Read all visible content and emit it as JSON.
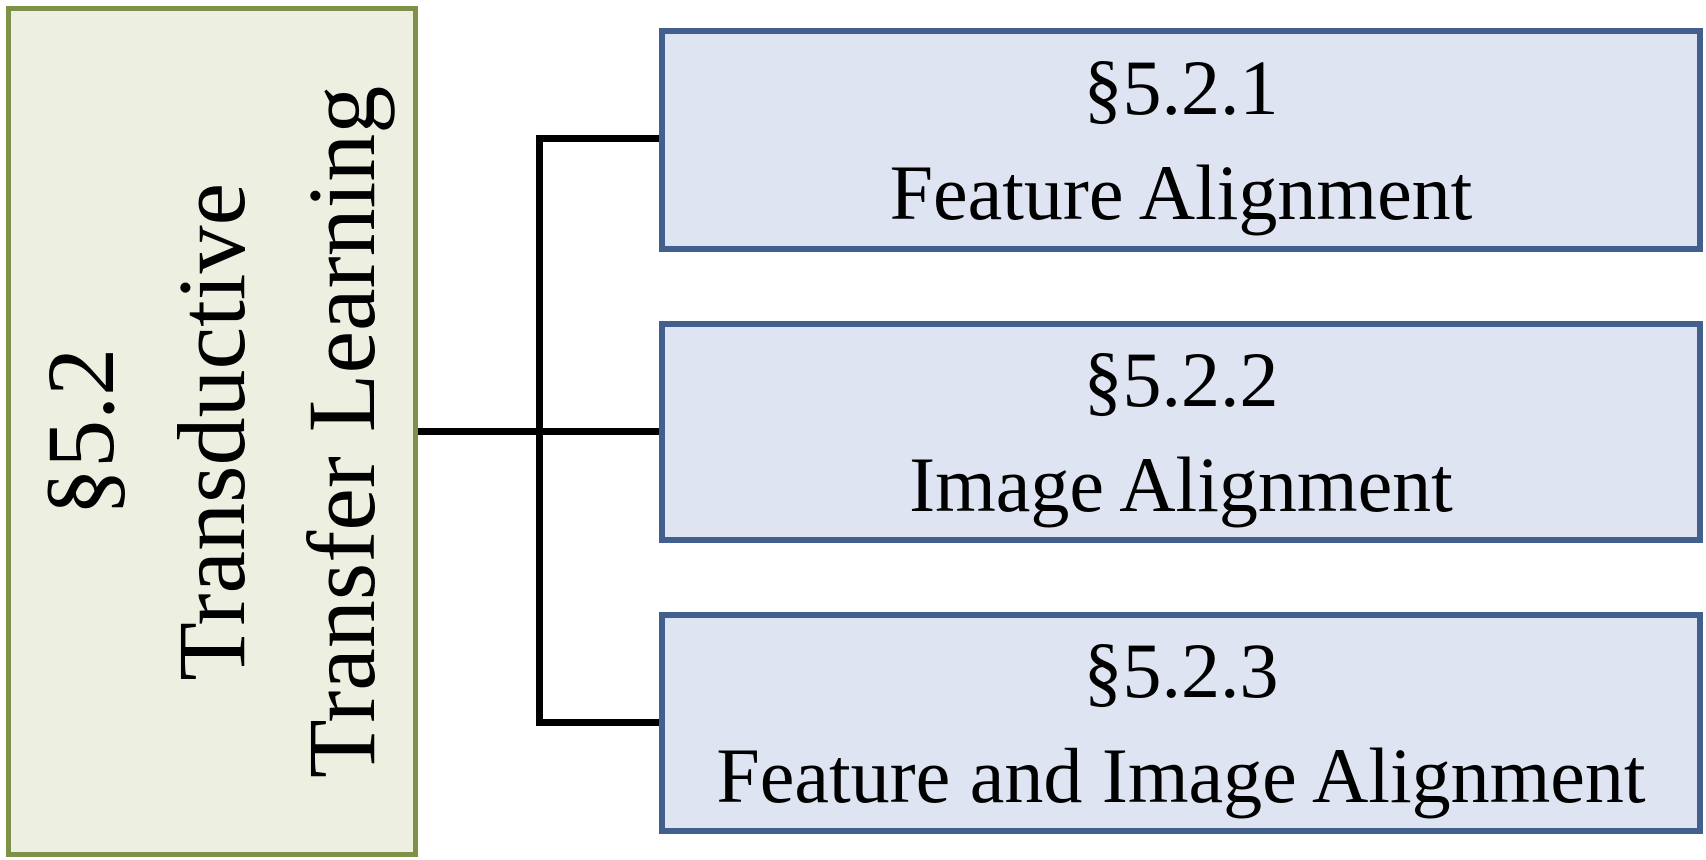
{
  "figure": {
    "root": {
      "section": "§5.2",
      "title_lines": [
        "Transductive",
        "Transfer Learning"
      ]
    },
    "children": [
      {
        "section": "§5.2.1",
        "label": "Feature Alignment"
      },
      {
        "section": "§5.2.2",
        "label": "Image Alignment"
      },
      {
        "section": "§5.2.3",
        "label": "Feature and Image Alignment"
      }
    ],
    "colors": {
      "background": "#ffffff",
      "root_fill": "#edf0e0",
      "root_border": "#7d9149",
      "child_fill": "#dee4f1",
      "child_border": "#425f8e",
      "connector": "#000000",
      "text": "#000000"
    }
  }
}
